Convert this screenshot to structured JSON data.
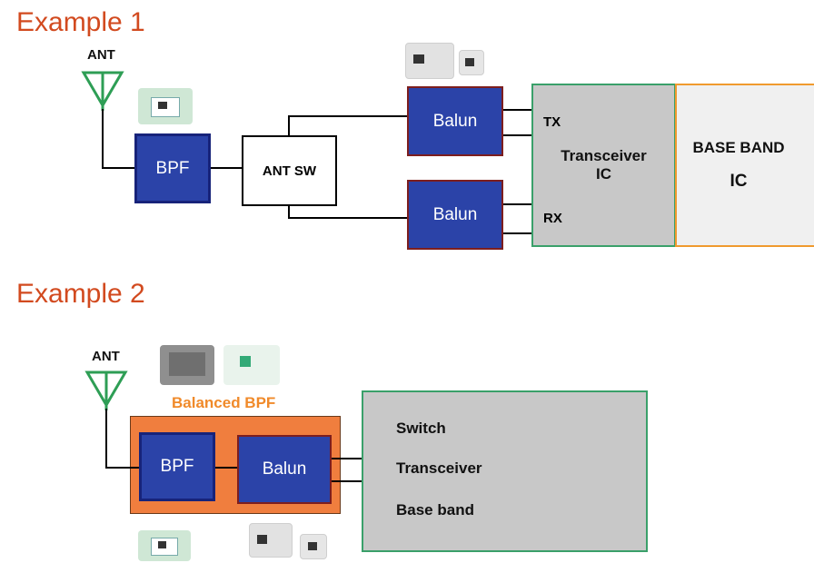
{
  "example1": {
    "title": "Example 1",
    "ant_label": "ANT",
    "bpf_label": "BPF",
    "ant_sw_label": "ANT SW",
    "balun_top_label": "Balun",
    "balun_bottom_label": "Balun",
    "tx_label": "TX",
    "rx_label": "RX",
    "transceiver_line1": "Transceiver",
    "transceiver_line2": "IC",
    "baseband_line1": "BASE BAND",
    "baseband_line2": "IC"
  },
  "example2": {
    "title": "Example 2",
    "ant_label": "ANT",
    "balanced_bpf_label": "Balanced BPF",
    "bpf_label": "BPF",
    "balun_label": "Balun",
    "chip_items": [
      "Switch",
      "Transceiver",
      "Base band"
    ]
  },
  "colors": {
    "title_red": "#d24a1f",
    "block_blue": "#2b43a8",
    "orange_fill": "#f07e3e",
    "orange_text": "#f08a2a",
    "gray_fill": "#c8c8c8",
    "green_border": "#3aa06a",
    "antenna_green": "#2e9e55"
  },
  "icons": [
    "antenna-icon",
    "smd-component-photo"
  ]
}
